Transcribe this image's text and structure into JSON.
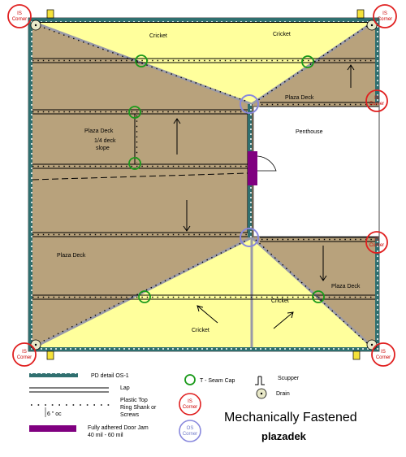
{
  "colors": {
    "deck": "#b8a27c",
    "cricket": "#ffff9c",
    "membrane_edge": "#2f6f6f",
    "fastener_dot": "#000000",
    "tseam": "#1a9a1a",
    "is_corner": "#e02020",
    "os_corner": "#8888dd",
    "door_jam": "#800080",
    "penthouse": "#ffffff",
    "drain": "#e8e8c8"
  },
  "regions": {
    "cricket_top_left": "Cricket",
    "cricket_top_right": "Cricket",
    "plaza_deck_top_right": "Plaza Deck",
    "plaza_deck_left": "Plaza Deck",
    "slope_note_line1": "1/4 deck",
    "slope_note_line2": "slope",
    "penthouse": "Penthouse",
    "plaza_deck_bottom_left": "Plaza Deck",
    "plaza_deck_bottom_right": "Plaza Deck",
    "cricket_bottom_mid": "Cricket",
    "cricket_bottom": "Cricket"
  },
  "corners": {
    "is_line1": "IS",
    "is_line2": "Corner",
    "os_line1": "OS",
    "os_line2": "Corner"
  },
  "legend": {
    "pd_detail": "PD detail OS-1",
    "lap": "Lap",
    "fastener_line1": "Plastic Top",
    "fastener_line2": "Ring Shank or",
    "fastener_line3": "Screws",
    "spacing": "6 \" oc",
    "door_jam_line1": "Fully adhered Door Jam",
    "door_jam_line2": "40 mil - 60 mil",
    "tseam": "T - Seam Cap",
    "is_line1": "IS",
    "is_line2": "Corner",
    "os_line1": "OS",
    "os_line2": "Corner",
    "scupper": "Scupper",
    "drain": "Drain"
  },
  "title": "Mechanically Fastened",
  "brand": "plazadek"
}
